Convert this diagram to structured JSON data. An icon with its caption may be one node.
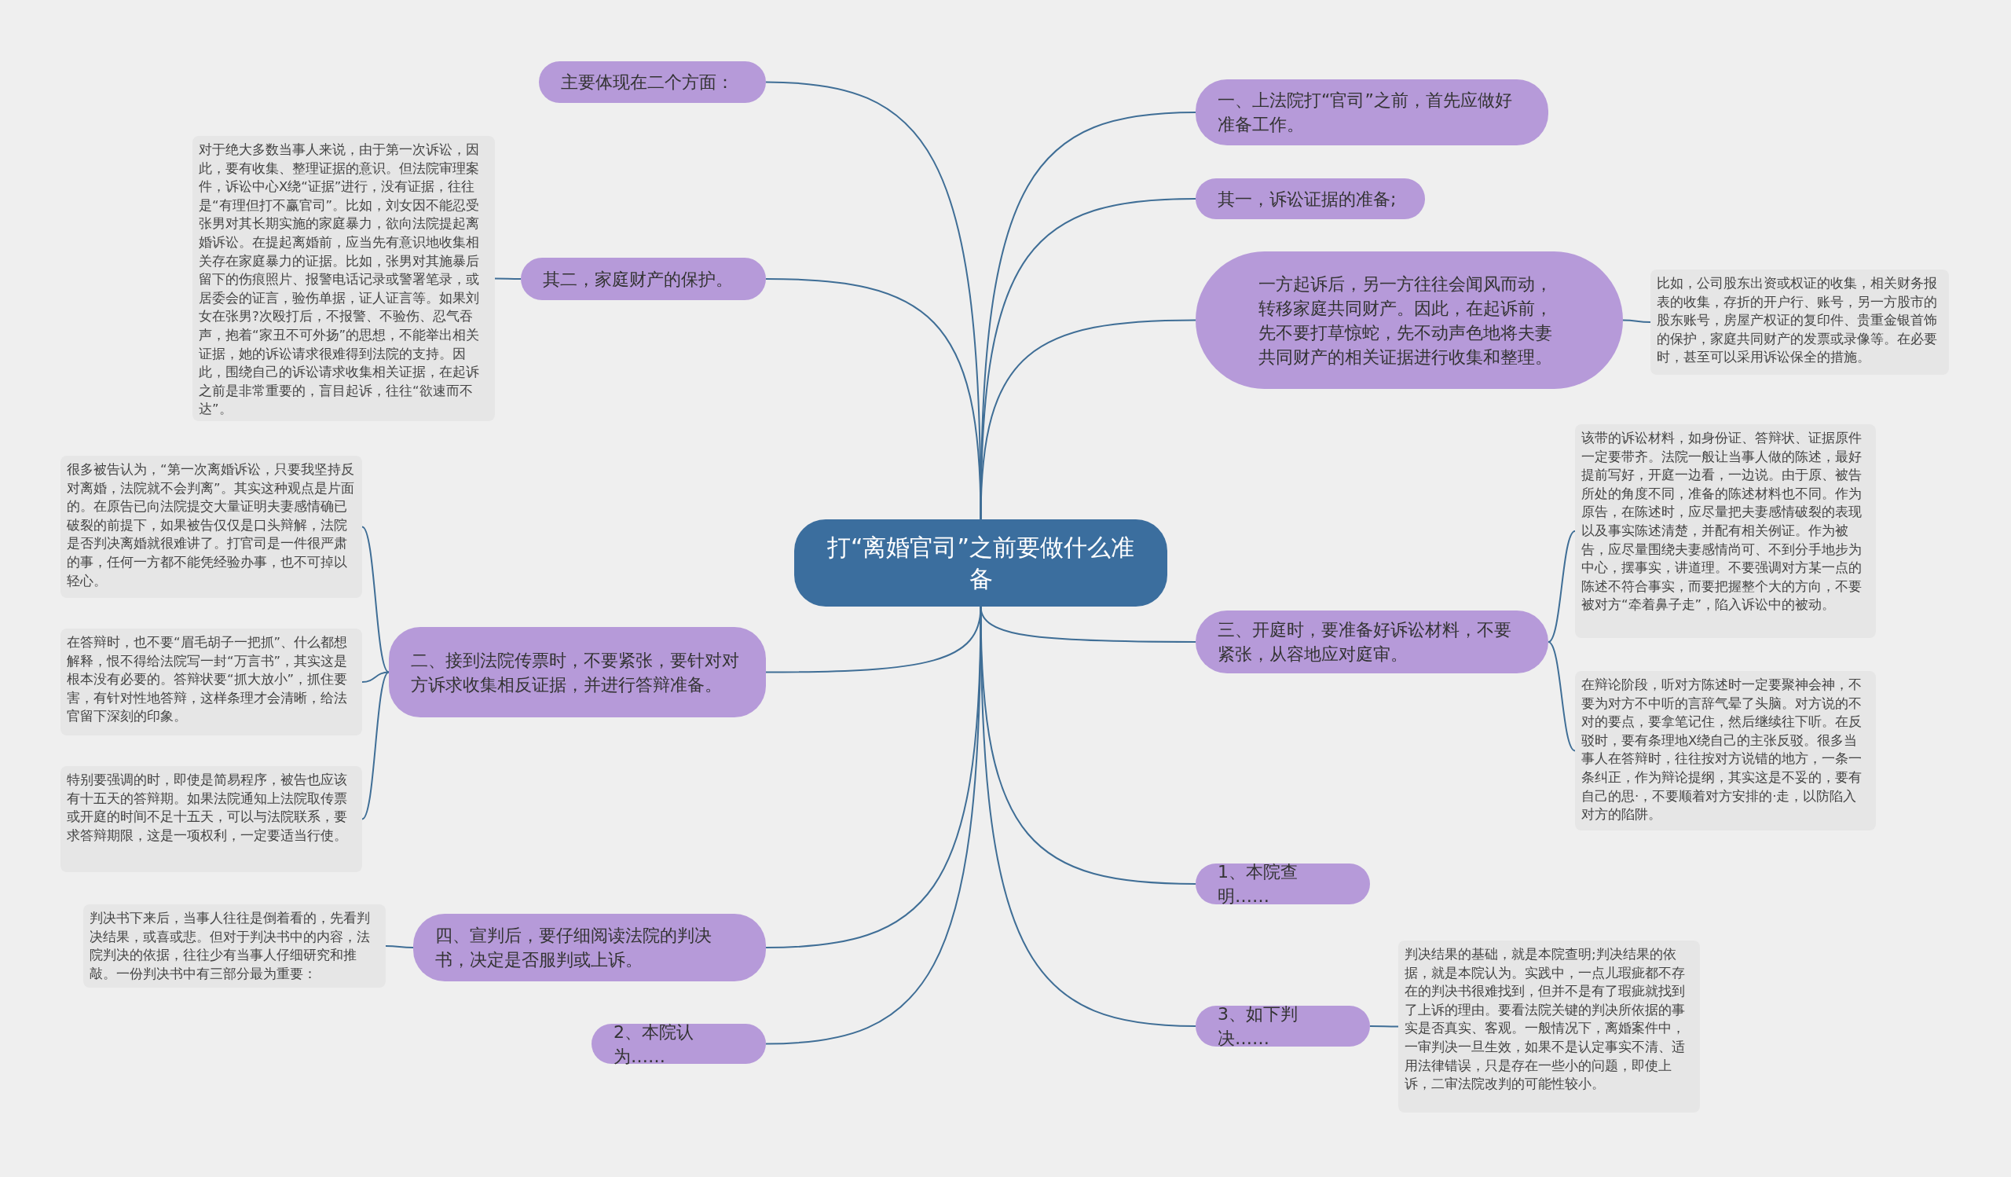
{
  "diagram": {
    "nodes": [
      {
        "text": [
          "打“离婚官司”之前要做什么准备"
        ]
      },
      {
        "text": [
          "一、上法院打“官司”之前，首先应做好准备工作。"
        ]
      },
      {
        "text": [
          "其一，诉讼证据的准备;"
        ]
      },
      {
        "text": [
          "一方起诉后，另一方往往会闻风而动，转移家庭共同财产。因此，在起诉前，先不要打草惊蛇，先不动声色地将夫妻共同财产的相关证据进行收集和整理。"
        ]
      },
      {
        "text": [
          "比如，公司股东出资或权证的收集，相关财务报表的收集，存折的开户行、账号，另一方股市的股东账号，房屋产权证的复印件、贵重金银首饰的保护，家庭共同财产的发票或录像等。在必要时，甚至可以采用诉讼保全的措施。"
        ]
      },
      {
        "text": [
          "三、开庭时，要准备好诉讼材料，不要紧张，从容地应对庭审。"
        ]
      },
      {
        "text": [
          "该带的诉讼材料，如身份证、答辩状、证据原件一定要带齐。法院一般让当事人做的陈述，最好提前写好，开庭一边看，一边说。由于原、被告所处的角度不同，准备的陈述材料也不同。作为原告，在陈述时，应尽量把夫妻感情破裂的表现以及事实陈述清楚，并配有相关例证。作为被告，应尽量围绕夫妻感情尚可、不到分手地步为中心，摆事实，讲道理。不要强调对方某一点的陈述不符合事实，而要把握整个大的方向，不要被对方“牵着鼻子走”，陷入诉讼中的被动。"
        ]
      },
      {
        "text": [
          "在辩论阶段，听对方陈述时一定要聚神会神，不要为对方不中听的言辞气晕了头脑。对方说的不对的要点，要拿笔记住，然后继续往下听。在反驳时，要有条理地X绕自己的主张反驳。很多当事人在答辩时，往往按对方说错的地方，一条一条纠正，作为辩论提纲，其实这是不妥的，要有自己的思·，不要顺着对方安排的·走，以防陷入对方的陷阱。"
        ]
      },
      {
        "text": [
          "1、本院查明……"
        ]
      },
      {
        "text": [
          "3、如下判决……"
        ]
      },
      {
        "text": [
          "判决结果的基础，就是本院查明;判决结果的依据，就是本院认为。实践中，一点儿瑕疵都不存在的判决书很难找到，但并不是有了瑕疵就找到了上诉的理由。要看法院关键的判决所依据的事实是否真实、客观。一般情况下，离婚案件中，一审判决一旦生效，如果不是认定事实不清、适用法律错误，只是存在一些小的问题，即使上诉，二审法院改判的可能性较小。"
        ]
      },
      {
        "text": [
          "主要体现在二个方面："
        ]
      },
      {
        "text": [
          "其二，家庭财产的保护。"
        ]
      },
      {
        "text": [
          "对于绝大多数当事人来说，由于第一次诉讼，因此，要有收集、整理证据的意识。但法院审理案件，诉讼中心X绕“证据”进行，没有证据，往往是“有理但打不赢官司”。比如，刘女因不能忍受张男对其长期实施的家庭暴力，欲向法院提起离婚诉讼。在提起离婚前，应当先有意识地收集相关存在家庭暴力的证据。比如，张男对其施暴后留下的伤痕照片、报警电话记录或警署笔录，或居委会的证言，验伤单据，证人证言等。如果刘女在张男?次殴打后，不报警、不验伤、忍气吞声，抱着“家丑不可外扬”的思想，不能举出相关证据，她的诉讼请求很难得到法院的支持。因此，围绕自己的诉讼请求收集相关证据，在起诉之前是非常重要的，盲目起诉，往往“欲速而不达”。"
        ]
      },
      {
        "text": [
          "二、接到法院传票时，不要紧张，要针对对方诉求收集相反证据，并进行答辩准备。"
        ]
      },
      {
        "text": [
          "很多被告认为，“第一次离婚诉讼，只要我坚持反对离婚，法院就不会判离”。其实这种观点是片面的。在原告已向法院提交大量证明夫妻感情确已破裂的前提下，如果被告仅仅是口头辩解，法院是否判决离婚就很难讲了。打官司是一件很严肃的事，任何一方都不能凭经验办事，也不可掉以轻心。"
        ]
      },
      {
        "text": [
          "在答辩时，也不要“眉毛胡子一把抓”、什么都想解释，恨不得给法院写一封“万言书”，其实这是根本没有必要的。答辩状要“抓大放小”，抓住要害，有针对性地答辩，这样条理才会清晰，给法官留下深刻的印象。"
        ]
      },
      {
        "text": [
          "特别要强调的时，即使是简易程序，被告也应该有十五天的答辩期。如果法院通知上法院取传票或开庭的时间不足十五天，可以与法院联系，要求答辩期限，这是一项权利，一定要适当行使。"
        ]
      },
      {
        "text": [
          "四、宣判后，要仔细阅读法院的判决书，决定是否服判或上诉。"
        ]
      },
      {
        "text": [
          "判决书下来后，当事人往往是倒着看的，先看判决结果，或喜或悲。但对于判决书中的内容，法院判决的依据，往往少有当事人仔细研究和推敲。一份判决书中有三部分最为重要："
        ]
      },
      {
        "text": [
          "2、本院认为……"
        ]
      }
    ],
    "edges": [
      {
        "from": 0,
        "to": 1,
        "arrow": "none"
      },
      {
        "from": 0,
        "to": 2,
        "arrow": "none"
      },
      {
        "from": 0,
        "to": 3,
        "arrow": "none"
      },
      {
        "from": 3,
        "to": 4,
        "arrow": "none"
      },
      {
        "from": 0,
        "to": 5,
        "arrow": "none"
      },
      {
        "from": 5,
        "to": 6,
        "arrow": "none"
      },
      {
        "from": 5,
        "to": 7,
        "arrow": "none"
      },
      {
        "from": 0,
        "to": 8,
        "arrow": "none"
      },
      {
        "from": 0,
        "to": 9,
        "arrow": "none"
      },
      {
        "from": 9,
        "to": 10,
        "arrow": "none"
      },
      {
        "from": 0,
        "to": 11,
        "arrow": "none"
      },
      {
        "from": 0,
        "to": 12,
        "arrow": "none"
      },
      {
        "from": 12,
        "to": 13,
        "arrow": "none"
      },
      {
        "from": 0,
        "to": 14,
        "arrow": "none"
      },
      {
        "from": 14,
        "to": 15,
        "arrow": "none"
      },
      {
        "from": 14,
        "to": 16,
        "arrow": "none"
      },
      {
        "from": 14,
        "to": 17,
        "arrow": "none"
      },
      {
        "from": 0,
        "to": 18,
        "arrow": "none"
      },
      {
        "from": 18,
        "to": 19,
        "arrow": "none"
      },
      {
        "from": 0,
        "to": 20,
        "arrow": "none"
      }
    ]
  }
}
